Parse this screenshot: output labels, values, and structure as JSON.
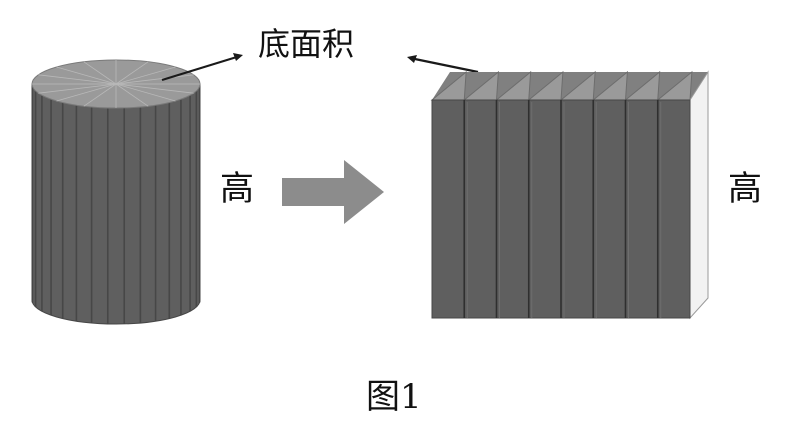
{
  "labels": {
    "base_area": "底面积",
    "height_left": "高",
    "height_right": "高",
    "caption": "图1"
  },
  "colors": {
    "prism_body": "#5f5f5f",
    "prism_dark": "#474747",
    "base_face": "#9a9a9a",
    "side_face": "#f2f2f2",
    "arrow": "#8c8c8c",
    "line": "#1a1a1a"
  },
  "figure": {
    "cylinder_slices": 16,
    "cuboid_wedges": 8
  }
}
